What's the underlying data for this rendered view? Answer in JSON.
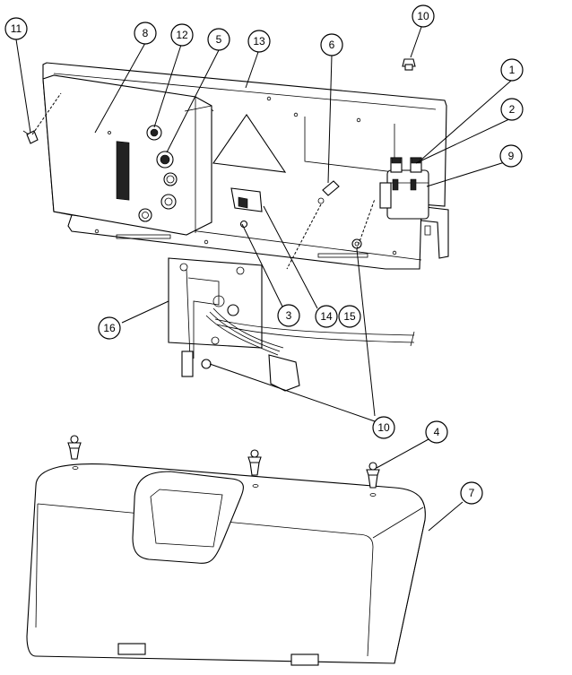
{
  "diagram": {
    "callouts": [
      {
        "id": "c11",
        "label": "11"
      },
      {
        "id": "c8",
        "label": "8"
      },
      {
        "id": "c12",
        "label": "12"
      },
      {
        "id": "c5",
        "label": "5"
      },
      {
        "id": "c13",
        "label": "13"
      },
      {
        "id": "c6",
        "label": "6"
      },
      {
        "id": "c10a",
        "label": "10"
      },
      {
        "id": "c1",
        "label": "1"
      },
      {
        "id": "c2",
        "label": "2"
      },
      {
        "id": "c9",
        "label": "9"
      },
      {
        "id": "c16",
        "label": "16"
      },
      {
        "id": "c3",
        "label": "3"
      },
      {
        "id": "c14",
        "label": "14"
      },
      {
        "id": "c15",
        "label": "15"
      },
      {
        "id": "c10b",
        "label": "10"
      },
      {
        "id": "c4",
        "label": "4"
      },
      {
        "id": "c7",
        "label": "7"
      }
    ]
  }
}
